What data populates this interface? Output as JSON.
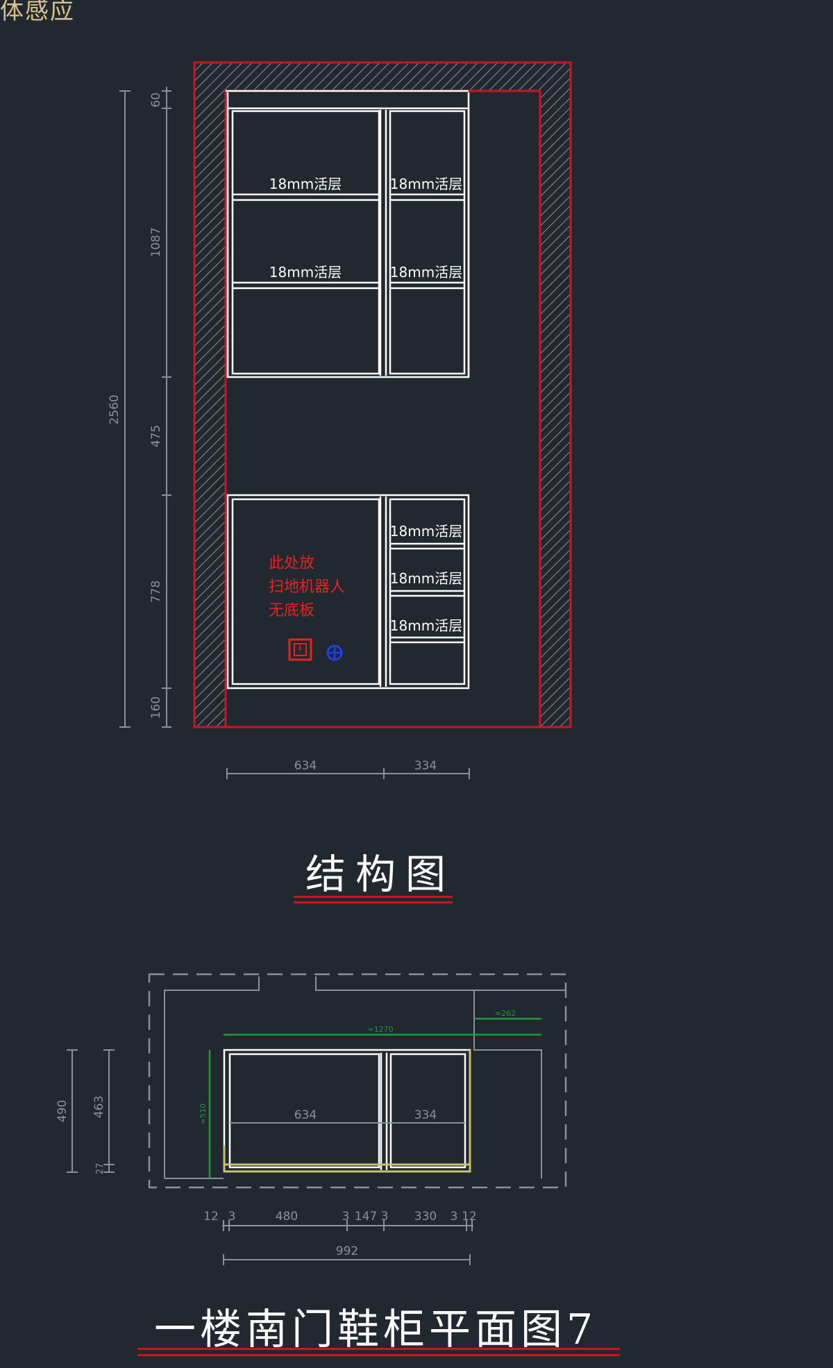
{
  "corner_text": "体感应",
  "structure_title": "结构图",
  "plan_title": "一楼南门鞋柜平面图7",
  "shelf_label": "18mm活层",
  "note_lines": [
    "此处放",
    "扫地机器人",
    "无底板"
  ],
  "elevation_dims": {
    "total_height": "2560",
    "segments": [
      "60",
      "1087",
      "475",
      "778",
      "160"
    ],
    "widths": [
      "634",
      "334"
    ]
  },
  "plan_dims": {
    "depths": [
      "490",
      "463",
      "27"
    ],
    "internal_widths": [
      "634",
      "334"
    ],
    "green_top": "≈1270",
    "green_right": "≈262",
    "green_left": "≈510",
    "bottom_chain": [
      "12",
      "3",
      "480",
      "3",
      "147",
      "3",
      "330",
      "3",
      "12"
    ],
    "overall_width": "992"
  },
  "colors": {
    "background": "#212830",
    "outline": "#d0141b",
    "cabinet": "#ffffff",
    "dimension": "#8c9196",
    "green": "#1f9a3c",
    "yellow": "#c9c46a",
    "socket_blue": "#1f3dff"
  }
}
